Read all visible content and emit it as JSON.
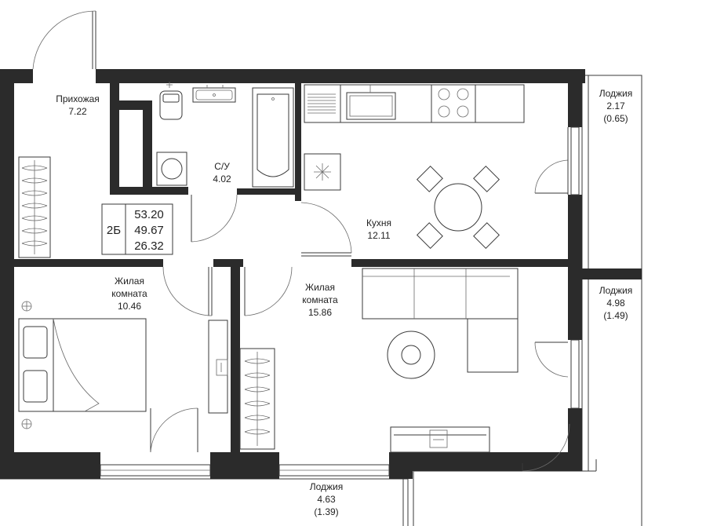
{
  "rooms": {
    "hall": {
      "name": "Прихожая",
      "area": "7.22"
    },
    "bathroom": {
      "name": "С/У",
      "area": "4.02"
    },
    "kitchen": {
      "name": "Кухня",
      "area": "12.11"
    },
    "bedroom": {
      "name_line1": "Жилая",
      "name_line2": "комната",
      "area": "10.46"
    },
    "living": {
      "name_line1": "Жилая",
      "name_line2": "комната",
      "area": "15.86"
    },
    "loggia_top": {
      "name": "Лоджия",
      "area": "2.17",
      "reduced": "(0.65)"
    },
    "loggia_mid": {
      "name": "Лоджия",
      "area": "4.98",
      "reduced": "(1.49)"
    },
    "loggia_bottom": {
      "name": "Лоджия",
      "area": "4.63",
      "reduced": "(1.39)"
    }
  },
  "summary": {
    "type": "2Б",
    "total_area": "53.20",
    "total_no_loggia": "49.67",
    "living_area": "26.32"
  },
  "colors": {
    "wall": "#2b2b2b",
    "line": "#3a3a3a",
    "background": "#ffffff"
  }
}
